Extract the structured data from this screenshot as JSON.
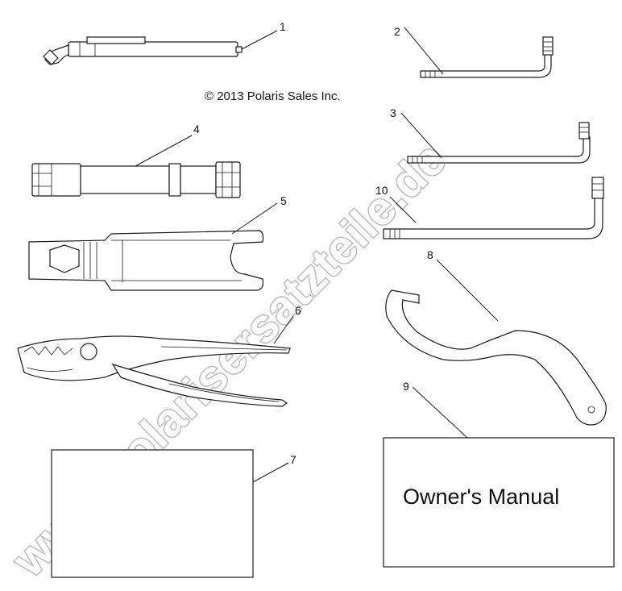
{
  "copyright": "© 2013 Polaris Sales Inc.",
  "watermark": "www.polarisersatzteile.de",
  "callouts": {
    "c1": "1",
    "c2": "2",
    "c3": "3",
    "c4": "4",
    "c5": "5",
    "c6": "6",
    "c7": "7",
    "c8": "8",
    "c9": "9",
    "c10": "10"
  },
  "manual_label": "Owner's Manual"
}
